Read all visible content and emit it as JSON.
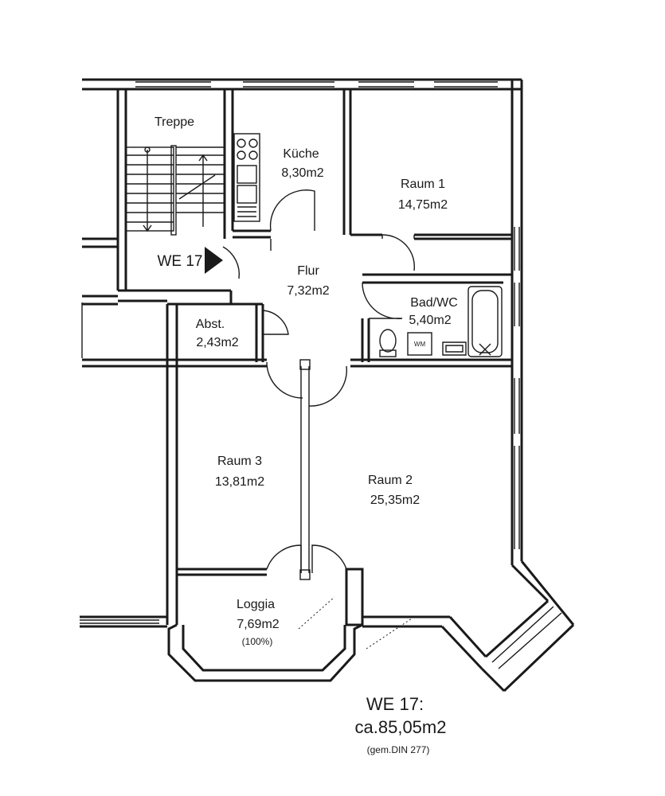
{
  "rooms": {
    "treppe": {
      "name": "Treppe"
    },
    "kueche": {
      "name": "Küche",
      "area": "8,30m2"
    },
    "raum1": {
      "name": "Raum 1",
      "area": "14,75m2"
    },
    "flur": {
      "name": "Flur",
      "area": "7,32m2"
    },
    "bad": {
      "name": "Bad/WC",
      "area": "5,40m2"
    },
    "abst": {
      "name": "Abst.",
      "area": "2,43m2"
    },
    "raum3": {
      "name": "Raum 3",
      "area": "13,81m2"
    },
    "raum2": {
      "name": "Raum 2",
      "area": "25,35m2"
    },
    "loggia": {
      "name": "Loggia",
      "area": "7,69m2",
      "note": "(100%)"
    }
  },
  "entrance": {
    "label": "WE 17"
  },
  "appliances": {
    "washer": "WM"
  },
  "summary": {
    "unit": "WE 17:",
    "total": "ca.85,05m2",
    "norm": "(gem.DIN 277)"
  }
}
